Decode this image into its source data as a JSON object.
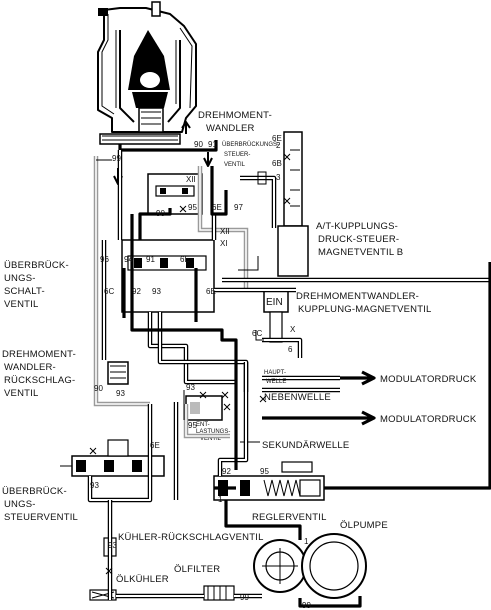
{
  "labels": {
    "drehmomentwandler": [
      "DREHMOMENT-",
      "WANDLER"
    ],
    "ueberbrueckungs_steuerventil_top": [
      "ÜBERBRÜCKUNGS-",
      "STEUER-",
      "VENTIL"
    ],
    "at_kupplungsdruck": [
      "A/T-KUPPLUNGS-",
      "DRUCK-STEUER-",
      "MAGNETVENTIL B"
    ],
    "ueberbrueckungs_schaltventil": [
      "ÜBERBRÜCK-",
      "UNGS-",
      "SCHALT-",
      "VENTIL"
    ],
    "ein": "EIN",
    "kupplung_magnetventil": [
      "DREHMOMENTWANDLER-",
      "KUPPLUNG-MAGNETVENTIL"
    ],
    "rueckschlagventil": [
      "DREHMOMENT-",
      "WANDLER-",
      "RÜCKSCHLAG-",
      "VENTIL"
    ],
    "modulatordruck_1": "MODULATORDRUCK",
    "modulatordruck_2": "MODULATORDRUCK",
    "hauptwelle": [
      "HAUPT-",
      "WELLE"
    ],
    "nebenwelle": "NEBENWELLE",
    "entlastungsventil": [
      "ENT-",
      "LASTUNGS-",
      "VENTIL"
    ],
    "sekundaerwelle": "SEKUNDÄRWELLE",
    "ueberbrueckungs_steuerventil_left": [
      "ÜBERBRÜCK-",
      "UNGS-",
      "STEUERVENTIL"
    ],
    "reglerventil": "REGLERVENTIL",
    "oelpumpe": "ÖLPUMPE",
    "kuehler_rueckschlagventil": "KÜHLER-RÜCKSCHLAGVENTIL",
    "oelfilter": "ÖLFILTER",
    "oelkuehler": "ÖLKÜHLER"
  },
  "port_numbers": [
    "99",
    "91",
    "90",
    "96",
    "94",
    "91",
    "6E",
    "6C",
    "92",
    "93",
    "6E",
    "XII",
    "90",
    "95",
    "6E",
    "97",
    "6E",
    "6B",
    "6C",
    "6",
    "90",
    "93",
    "93",
    "95",
    "93",
    "6E",
    "92",
    "95",
    "93",
    "99",
    "99",
    "1",
    "1",
    "2",
    "3",
    "XII",
    "XI",
    "X"
  ]
}
